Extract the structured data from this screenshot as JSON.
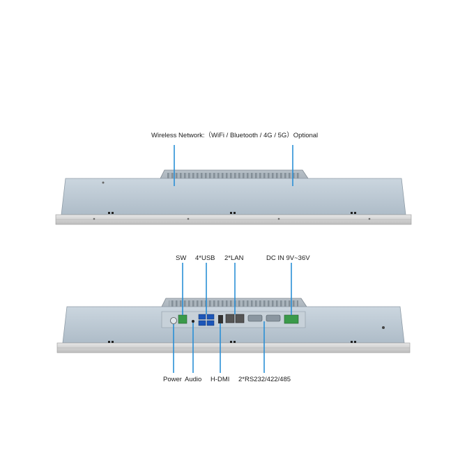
{
  "top_view": {
    "wireless_label": "Wireless Network:（WiFi / Bluetooth / 4G / 5G）Optional"
  },
  "bottom_view": {
    "top_labels": {
      "sw": "SW",
      "usb": "4*USB",
      "lan": "2*LAN",
      "dc": "DC IN 9V~36V"
    },
    "bottom_labels": {
      "power": "Power",
      "audio": "Audio",
      "hdmi": "H-DMI",
      "rs": "2*RS232/422/485"
    }
  },
  "colors": {
    "callout_line": "#2a8fd6",
    "panel_body": "#b7c4cf",
    "panel_top": "#cfd9e1",
    "bezel": "#d9d9d9",
    "heatsink": "#9aa6b0"
  }
}
